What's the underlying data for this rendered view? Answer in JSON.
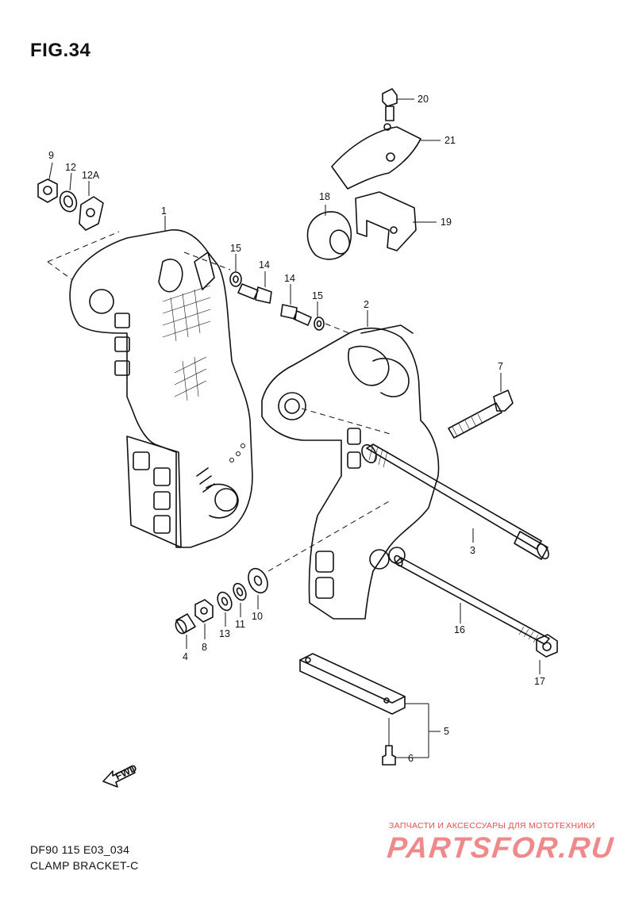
{
  "figure": {
    "title": "FIG.34",
    "code": "DF90 115 E03_034",
    "name": "CLAMP BRACKET-C"
  },
  "fwd_marker": "FWD",
  "callouts": [
    "1",
    "2",
    "3",
    "4",
    "5",
    "6",
    "7",
    "8",
    "9",
    "10",
    "11",
    "12",
    "12A",
    "13",
    "14",
    "14",
    "15",
    "15",
    "16",
    "17",
    "18",
    "19",
    "20",
    "21"
  ],
  "watermark": {
    "tagline": "ЗАПЧАСТИ И АКСЕССУАРЫ ДЛЯ МОТОТЕХНИКИ",
    "logo": "PARTSFOR.RU"
  }
}
